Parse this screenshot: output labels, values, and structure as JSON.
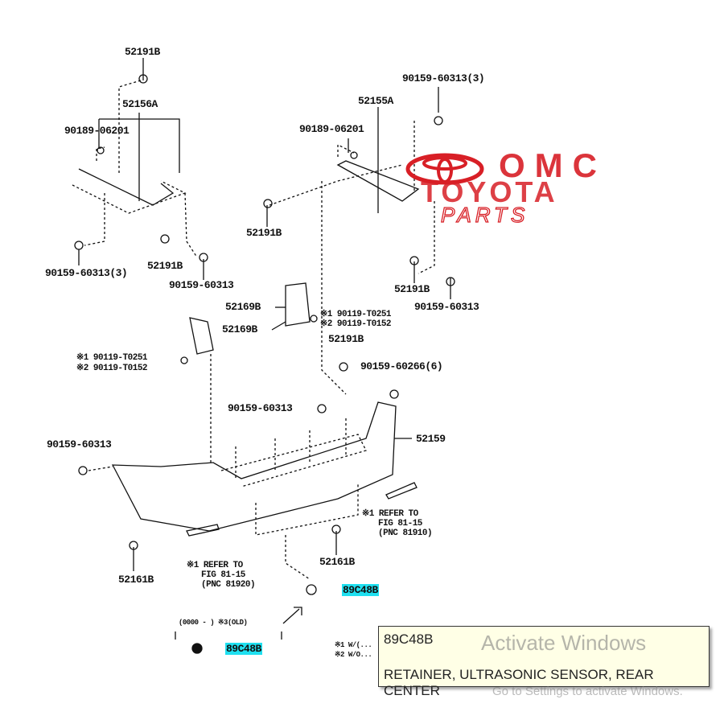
{
  "logo": {
    "line1": "OMC",
    "line2": "TOYOTA",
    "line3": "PARTS",
    "color": "#d81f26"
  },
  "labels": {
    "p1": "52191B",
    "p2": "52156A",
    "p3": "90189-06201",
    "p4": "90159-60313(3)",
    "p5": "52191B",
    "p6": "90159-60313",
    "p7": "90159-60313(3)",
    "p8": "52155A",
    "p9": "90189-06201",
    "p10": "52191B",
    "p11": "52191B",
    "p12": "90159-60313",
    "p13": "52169B",
    "p14": "52169B",
    "p15": "※1 90119-T0251",
    "p16": "※2 90119-T0152",
    "p17": "※1 90119-T0251",
    "p18": "※2 90119-T0152",
    "p19": "52191B",
    "p20": "90159-60266(6)",
    "p21": "90159-60313",
    "p22": "52159",
    "p23": "90159-60313",
    "p24": "※1 REFER TO",
    "p25": "FIG 81-15",
    "p26": "(PNC 81910)",
    "p27": "52161B",
    "p28": "52161B",
    "p29": "※1 REFER TO",
    "p30": "FIG 81-15",
    "p31": "(PNC 81920)",
    "p32": "89C48B",
    "p33": "89C48B",
    "p34": "(0000  - ) ※3(OLD)",
    "p35": "※1 W/(...",
    "p36": "※2 W/O..."
  },
  "tooltip": {
    "part_number": "89C48B",
    "description": "RETAINER, ULTRASONIC SENSOR, REAR CENTER"
  },
  "watermark": {
    "title": "Activate Windows",
    "subtitle": "Go to Settings to activate Windows."
  }
}
